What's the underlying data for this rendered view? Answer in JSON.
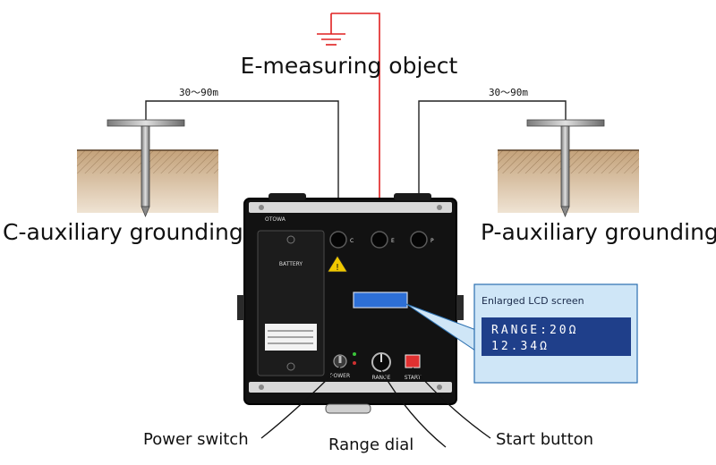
{
  "labels": {
    "e_object": "E-measuring object",
    "c_ground": "C-auxiliary grounding",
    "p_ground": "P-auxiliary grounding",
    "distance_left": "30〜90m",
    "distance_right": "30〜90m",
    "power_switch": "Power switch",
    "range_dial": "Range dial",
    "start_button": "Start button"
  },
  "device": {
    "brand": "OTOWA",
    "battery": "BATTERY",
    "terminal_c": "C",
    "terminal_e": "E",
    "terminal_p": "P",
    "power_label": "POWER",
    "range_label": "RANGE",
    "start_label": "START"
  },
  "lcd": {
    "title": "Enlarged LCD screen",
    "line1": "RANGE:20Ω",
    "line2": "12.34Ω"
  },
  "colors": {
    "e_wire": "#e02020",
    "wire": "#222222",
    "soil": "#c8a97e",
    "device_body": "#101010",
    "lcd_panel": "#1f3f8a",
    "callout_bg": "#cfe6f7",
    "start_button": "#e03030"
  }
}
